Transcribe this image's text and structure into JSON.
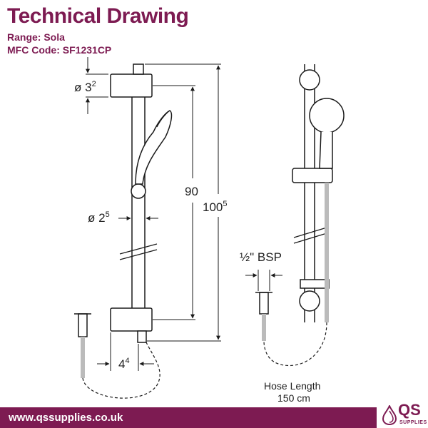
{
  "header": {
    "title": "Technical Drawing",
    "range_label": "Range:",
    "range_value": "Sola",
    "mfc_label": "MFC Code:",
    "mfc_value": "SF1231CP"
  },
  "dimensions": {
    "bracket_diameter": {
      "prefix": "ø 3",
      "sup": "2"
    },
    "rail_diameter": {
      "prefix": "ø 2",
      "sup": "5"
    },
    "height_inner": {
      "prefix": "90",
      "sup": ""
    },
    "height_outer": {
      "prefix": "100",
      "sup": "5"
    },
    "projection": {
      "prefix": "4",
      "sup": "4"
    },
    "bsp": "½\" BSP",
    "hose_label_1": "Hose Length",
    "hose_label_2": "150 cm"
  },
  "footer": {
    "url": "www.qssupplies.co.uk",
    "logo_text": "QS",
    "logo_subtext": "SUPPLIES"
  },
  "colors": {
    "brand": "#7d1b52",
    "line": "#1a1a1a",
    "footer_text": "#ffffff"
  }
}
